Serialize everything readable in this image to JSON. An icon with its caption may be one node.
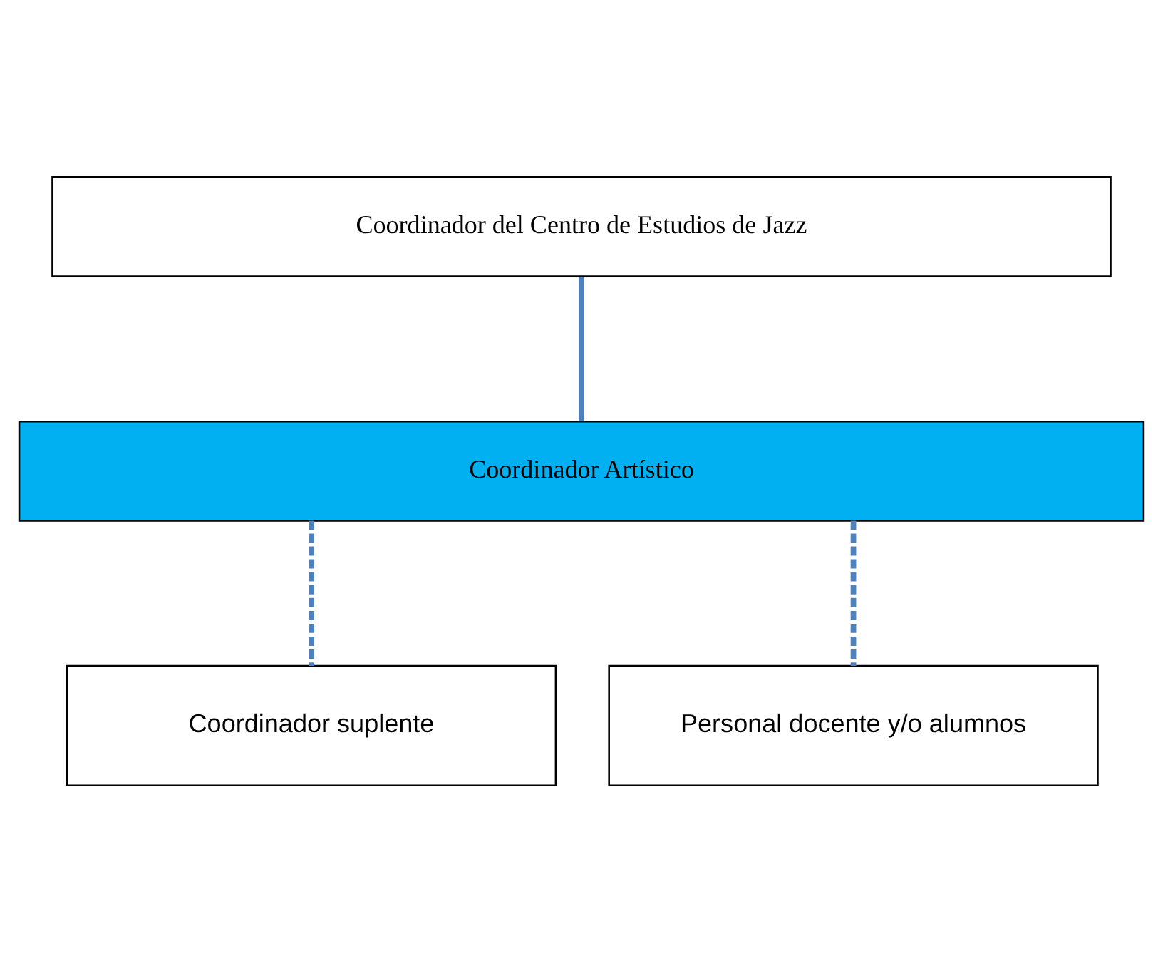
{
  "diagram": {
    "nodes": [
      {
        "text": [
          "Coordinador del Centro de Estudios de Jazz"
        ]
      },
      {
        "text": [
          "Coordinador Artístico"
        ]
      },
      {
        "text": [
          "Coordinador suplente"
        ]
      },
      {
        "text": [
          "Personal docente y/o alumnos"
        ]
      }
    ],
    "edges": [
      {
        "from": 0,
        "to": 1,
        "arrow": "none"
      },
      {
        "from": 1,
        "to": 2,
        "arrow": "none",
        "style": "dashed"
      },
      {
        "from": 1,
        "to": 3,
        "arrow": "none",
        "style": "dashed"
      }
    ]
  }
}
